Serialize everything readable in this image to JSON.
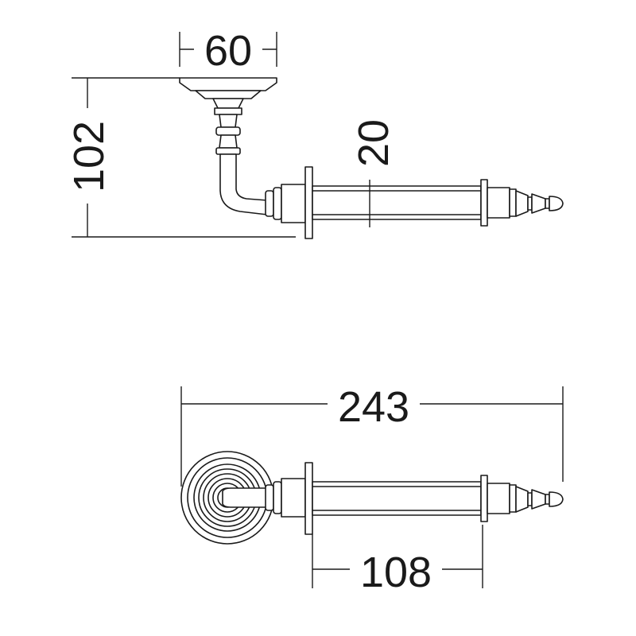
{
  "dimensions": {
    "base_width": "60",
    "height": "102",
    "tube_diameter": "20",
    "overall_length": "243",
    "roll_length": "108"
  },
  "colors": {
    "line": "#1a1a1a",
    "background": "#ffffff"
  }
}
